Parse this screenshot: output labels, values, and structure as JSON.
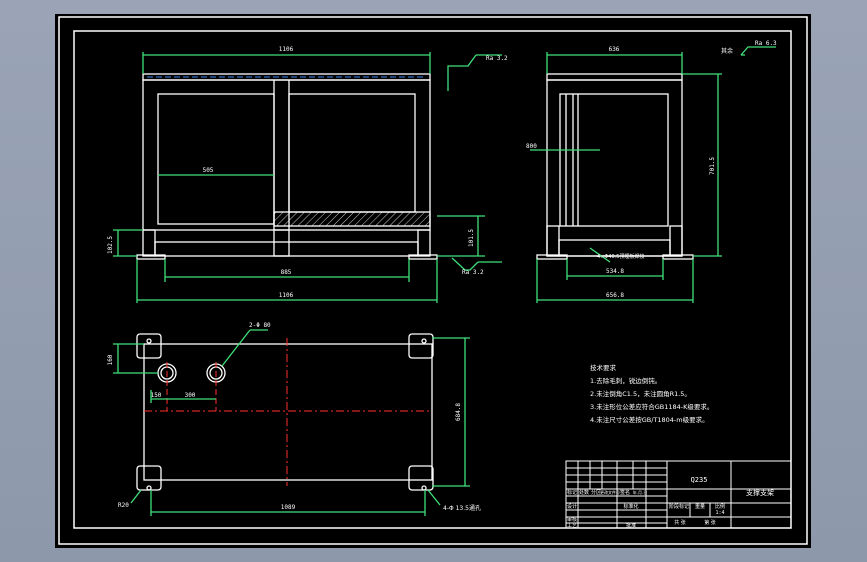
{
  "drawing": {
    "front_view": {
      "dim_top_width": "1106",
      "dim_inner_span": "505",
      "dim_foot_span": "885",
      "dim_overall_width": "1106",
      "dim_left_height": "102.5",
      "dim_right_height": "101.5",
      "roughness_top": "Ra 3.2",
      "roughness_bottom": "Ra 3.2"
    },
    "side_view": {
      "dim_top_width": "636",
      "dim_height": "701.5",
      "dim_left_label": "800",
      "dim_inner": "534.8",
      "dim_overall": "656.8",
      "note_label": "4×Φ40.5预埋板焊接",
      "roughness_other_prefix": "其余",
      "roughness_other_value": "Ra 6.3"
    },
    "plan_view": {
      "hole_label": "2-Φ 80",
      "dim_left_side": "160",
      "dim_hole1": "150",
      "dim_hole2": "300",
      "dim_height": "684.8",
      "dim_bottom_width": "1089",
      "corner_radius": "R20",
      "bolt_holes": "4-Φ 13.5通孔"
    },
    "tech_requirements": {
      "title": "技术要求",
      "items": [
        "1.去除毛刺，锐边倒钝。",
        "2.未注倒角C1.5，未注圆角R1.5。",
        "3.未注形位公差应符合GB1184-K级要求。",
        "4.未注尺寸公差按GB/T1804-m级要求。"
      ]
    },
    "title_block": {
      "material": "Q235",
      "part_name": "支撑支架",
      "scale_label": "1:4",
      "row_labels": [
        "标记",
        "处数",
        "分区",
        "更改文件号",
        "签名",
        "年.月.日"
      ],
      "design_label": "设计",
      "std_label": "标准化",
      "stage_label": "阶段标记",
      "weight_label": "重量",
      "ratio_label": "比例",
      "review_label": "审核",
      "process_label": "工艺",
      "approve_label": "批准",
      "sheet_total": "共 张",
      "sheet_num": "第 张"
    }
  }
}
